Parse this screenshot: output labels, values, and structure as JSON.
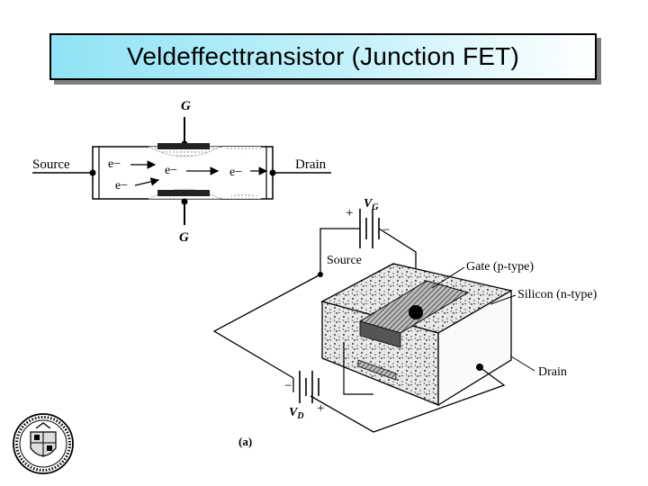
{
  "slide": {
    "title": "Veldeffecttransistor (Junction FET)"
  },
  "top_diagram": {
    "gate_top": "G",
    "gate_bottom": "G",
    "source": "Source",
    "drain": "Drain",
    "electron_1": "e−",
    "electron_2": "e−",
    "electron_3": "e−",
    "electron_4": "e−"
  },
  "main_diagram": {
    "vg": "V",
    "vg_sub": "G",
    "vg_plus": "+",
    "vg_minus": "−",
    "source": "Source",
    "gate": "Gate (p-type)",
    "silicon": "Silicon (n-type)",
    "drain": "Drain",
    "vd": "V",
    "vd_sub": "D",
    "vd_plus": "+",
    "vd_minus": "−",
    "caption": "(a)"
  }
}
